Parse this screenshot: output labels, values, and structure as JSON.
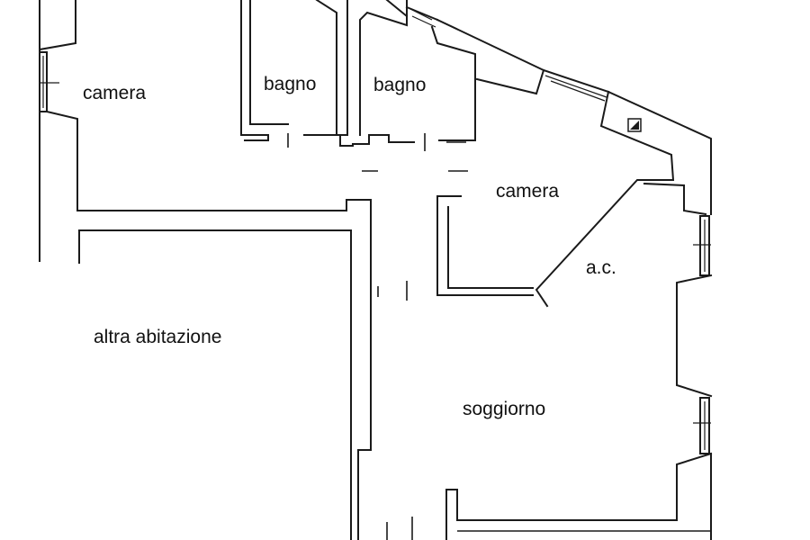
{
  "floor_plan": {
    "rooms": {
      "camera_left": "camera",
      "bagno_left": "bagno",
      "bagno_right": "bagno",
      "camera_right": "camera",
      "ac": "a.c.",
      "altra_abitazione": "altra abitazione",
      "soggiorno": "soggiorno"
    },
    "colors": {
      "wall": "#1a1a1a",
      "background": "#ffffff",
      "text": "#111111"
    }
  }
}
